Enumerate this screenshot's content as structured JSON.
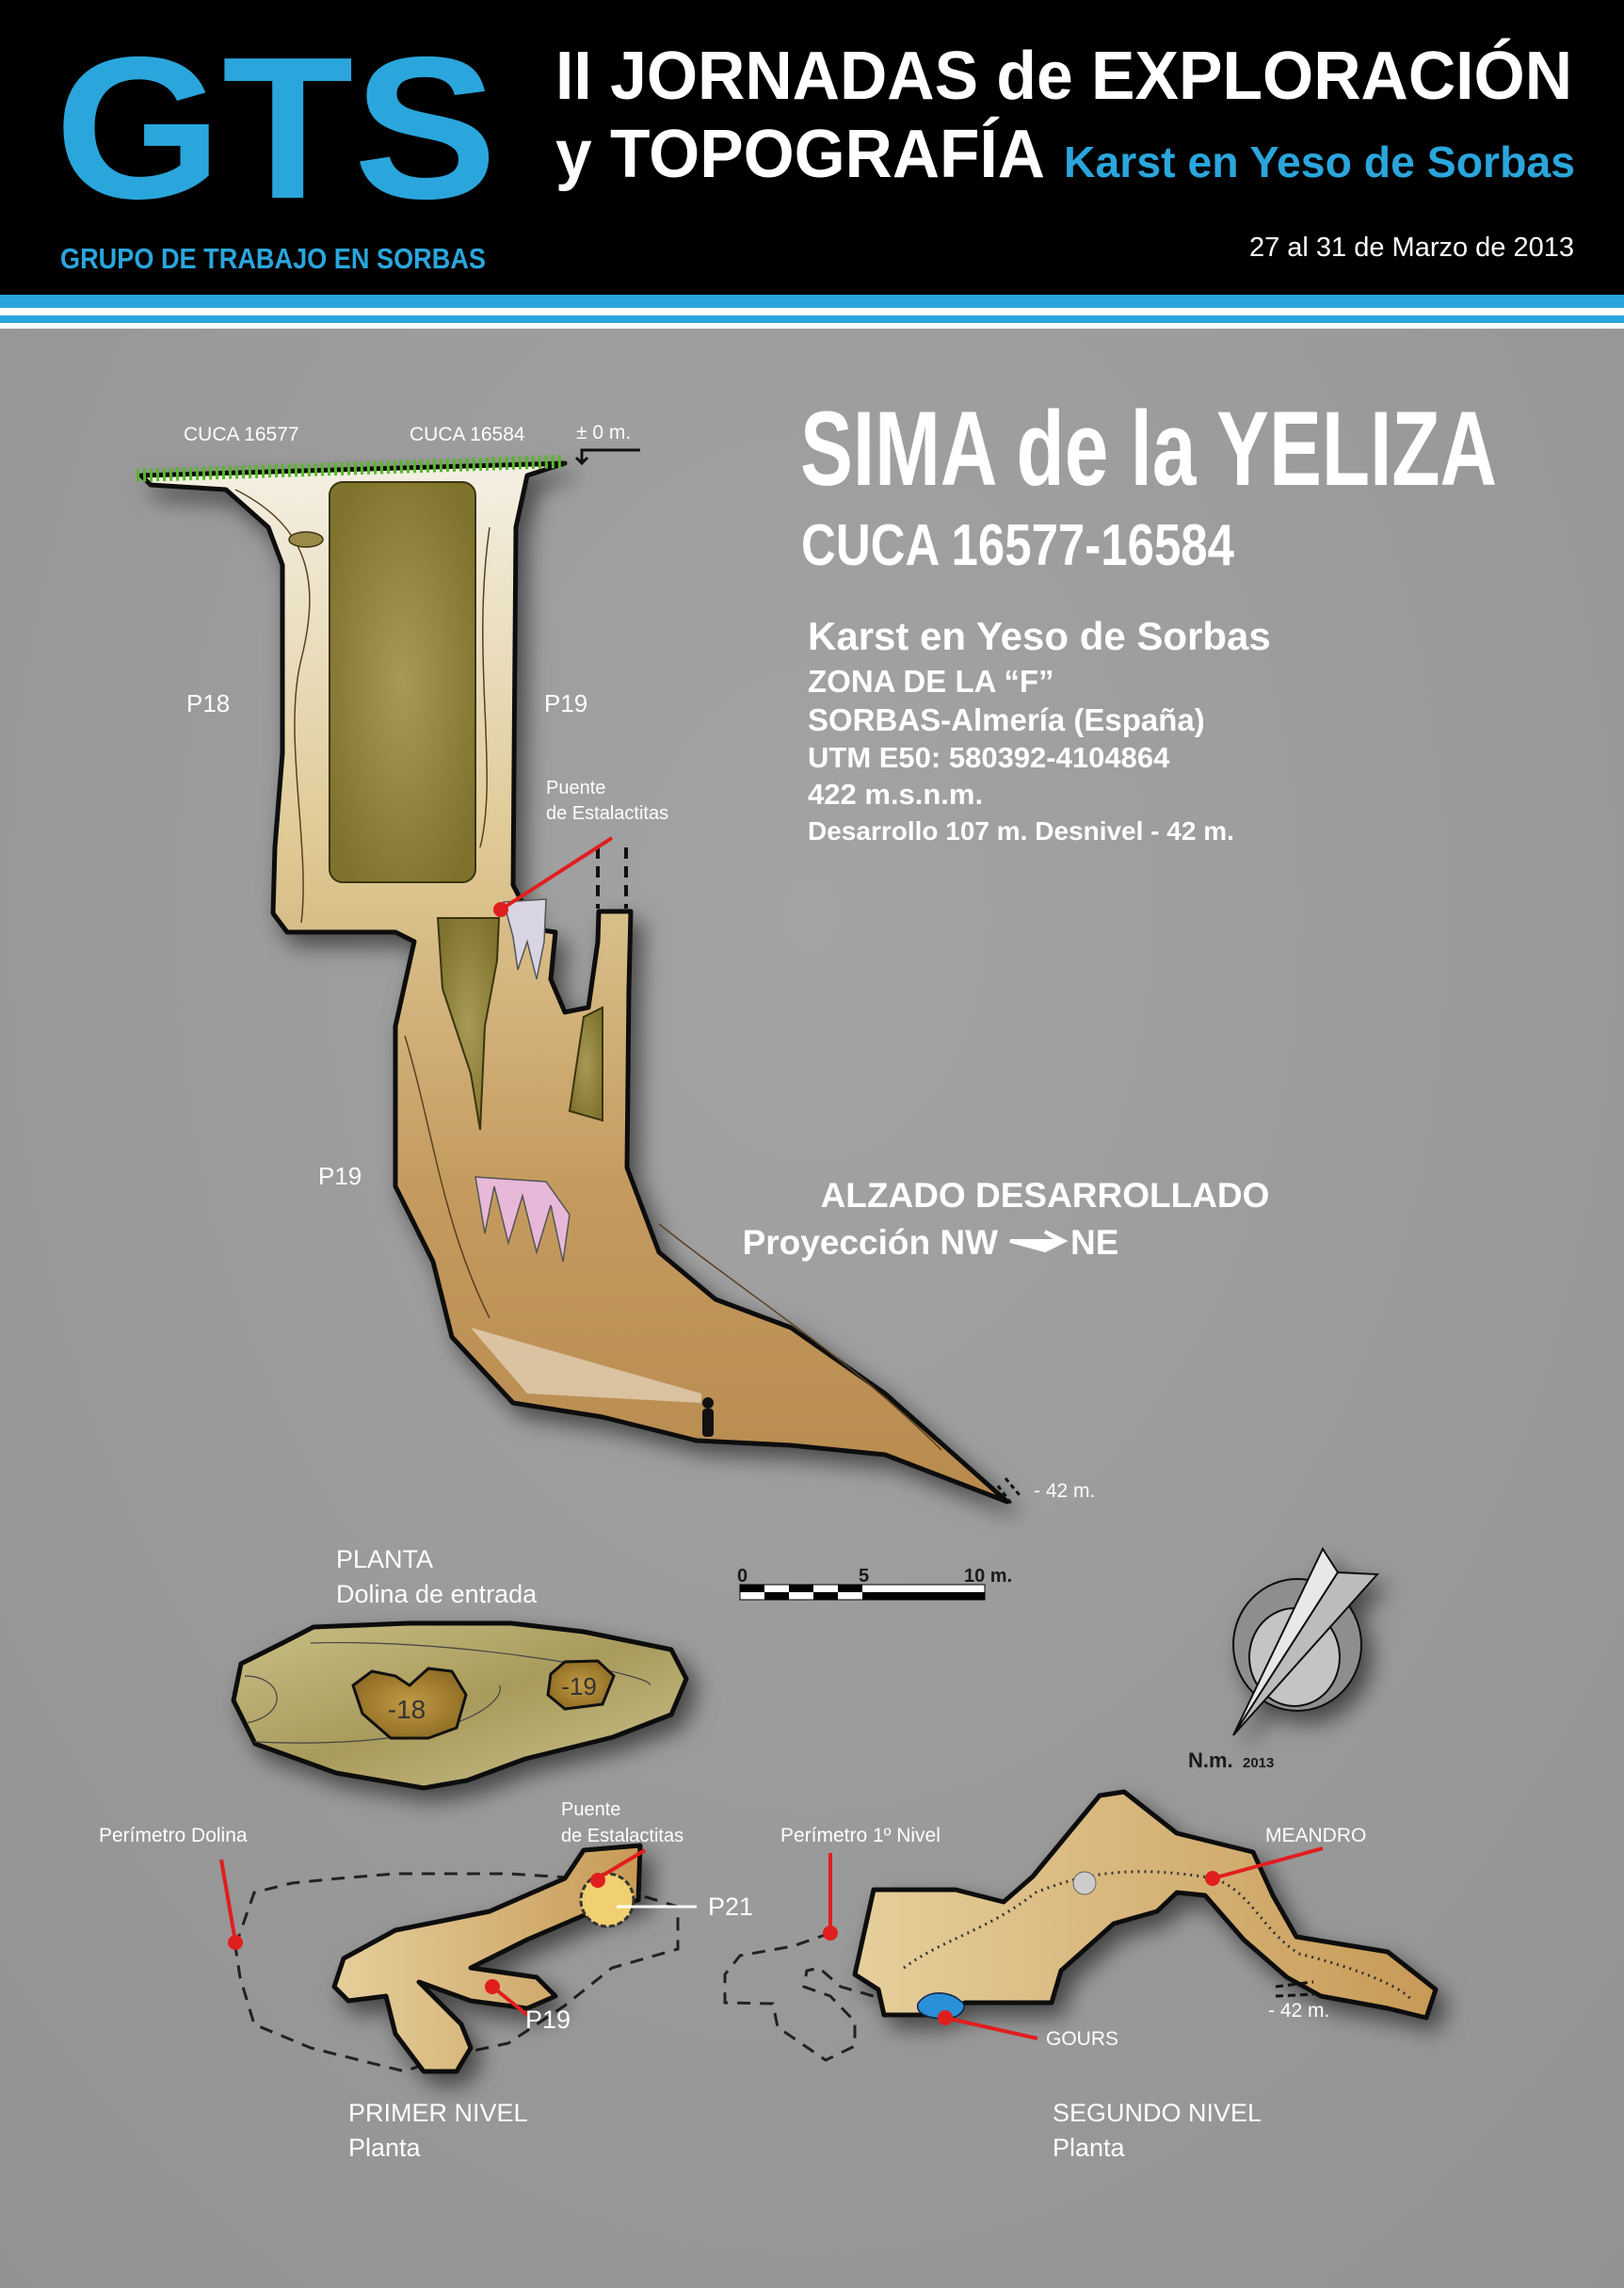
{
  "header": {
    "logo_letters": "GTS",
    "logo_subtitle": "GRUPO DE TRABAJO EN SORBAS",
    "title_line1": "II JORNADAS de EXPLORACIÓN",
    "title_line2": "y TOPOGRAFÍA",
    "title_accent": "Karst en Yeso de Sorbas",
    "dates": "27 al 31 de Marzo de 2013",
    "accent_color": "#2aa6dc"
  },
  "cave": {
    "name": "SIMA de la YELIZA",
    "code": "CUCA 16577-16584",
    "info": [
      "Karst en Yeso de Sorbas",
      "ZONA DE LA “F”",
      "SORBAS-Almería (España)",
      "UTM E50: 580392-4104864",
      "422 m.s.n.m.",
      "Desarrollo 107 m.  Desnivel - 42 m."
    ]
  },
  "elevation": {
    "title": "ALZADO DESARROLLADO",
    "projection_from": "Proyección NW",
    "projection_to": "NE",
    "labels": {
      "entrance_a": "CUCA 16577",
      "entrance_b": "CUCA 16584",
      "datum": "± 0 m.",
      "shaft_a": "P18",
      "shaft_b": "P19",
      "bridge_1": "Puente",
      "bridge_2": "de Estalactitas",
      "shaft_c": "P19",
      "depth": "- 42 m."
    }
  },
  "scale_bar": {
    "label_0": "0",
    "label_5": "5",
    "label_10": "10 m."
  },
  "north": {
    "label": "N.m.",
    "year": "2013"
  },
  "plan_doline": {
    "title": "PLANTA",
    "subtitle": "Dolina de entrada",
    "depth_a": "-18",
    "depth_b": "-19"
  },
  "first_level": {
    "title": "PRIMER NIVEL",
    "subtitle": "Planta",
    "perimeter_label": "Perímetro Dolina",
    "bridge_1": "Puente",
    "bridge_2": "de Estalactitas",
    "p21": "P21",
    "p19": "P19"
  },
  "second_level": {
    "title": "SEGUNDO NIVEL",
    "subtitle": "Planta",
    "perimeter_label": "Perímetro 1º Nivel",
    "meandro": "MEANDRO",
    "gours": "GOURS",
    "depth": "- 42 m."
  }
}
